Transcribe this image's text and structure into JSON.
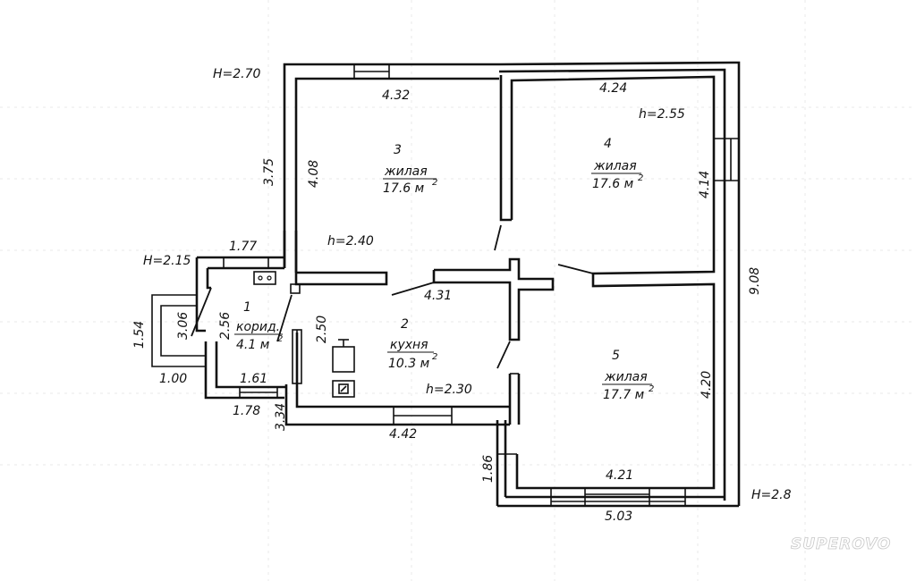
{
  "plan": {
    "heights": {
      "main_building": "H=2.70",
      "entry": "H=2.15",
      "east_part": "H=2.8"
    },
    "rooms": [
      {
        "number": "1",
        "name": "корид.",
        "area": "4.1 м",
        "area_sup": "2",
        "ceiling": ""
      },
      {
        "number": "2",
        "name": "кухня",
        "area": "10.3 м",
        "area_sup": "2",
        "ceiling": "h=2.30"
      },
      {
        "number": "3",
        "name": "жилая",
        "area": "17.6 м",
        "area_sup": "2",
        "ceiling": "h=2.40"
      },
      {
        "number": "4",
        "name": "жилая",
        "area": "17.6 м",
        "area_sup": "2",
        "ceiling": "h=2.55"
      },
      {
        "number": "5",
        "name": "жилая",
        "area": "17.7 м",
        "area_sup": "2",
        "ceiling": ""
      }
    ],
    "dimensions": {
      "room3_top": "4.32",
      "room3_left_inner": "4.08",
      "room3_left_outer": "3.75",
      "room4_top": "4.24",
      "room4_right": "4.14",
      "total_right": "9.08",
      "room5_right": "4.20",
      "room5_bottom_inner": "4.21",
      "room5_bottom_outer": "5.03",
      "room5_left_outer": "1.86",
      "kitchen_top": "4.31",
      "kitchen_bottom": "4.42",
      "kitchen_left": "2.50",
      "kitchen_left_outer": "3.34",
      "corridor_top": "1.77",
      "corridor_bottom_inner": "1.61",
      "corridor_bottom_outer": "1.78",
      "corridor_left": "2.56",
      "corridor_left_outer": "3.06",
      "porch_side": "1.54",
      "porch_width": "1.00"
    }
  },
  "watermark": {
    "text": "SUPEROVO"
  }
}
